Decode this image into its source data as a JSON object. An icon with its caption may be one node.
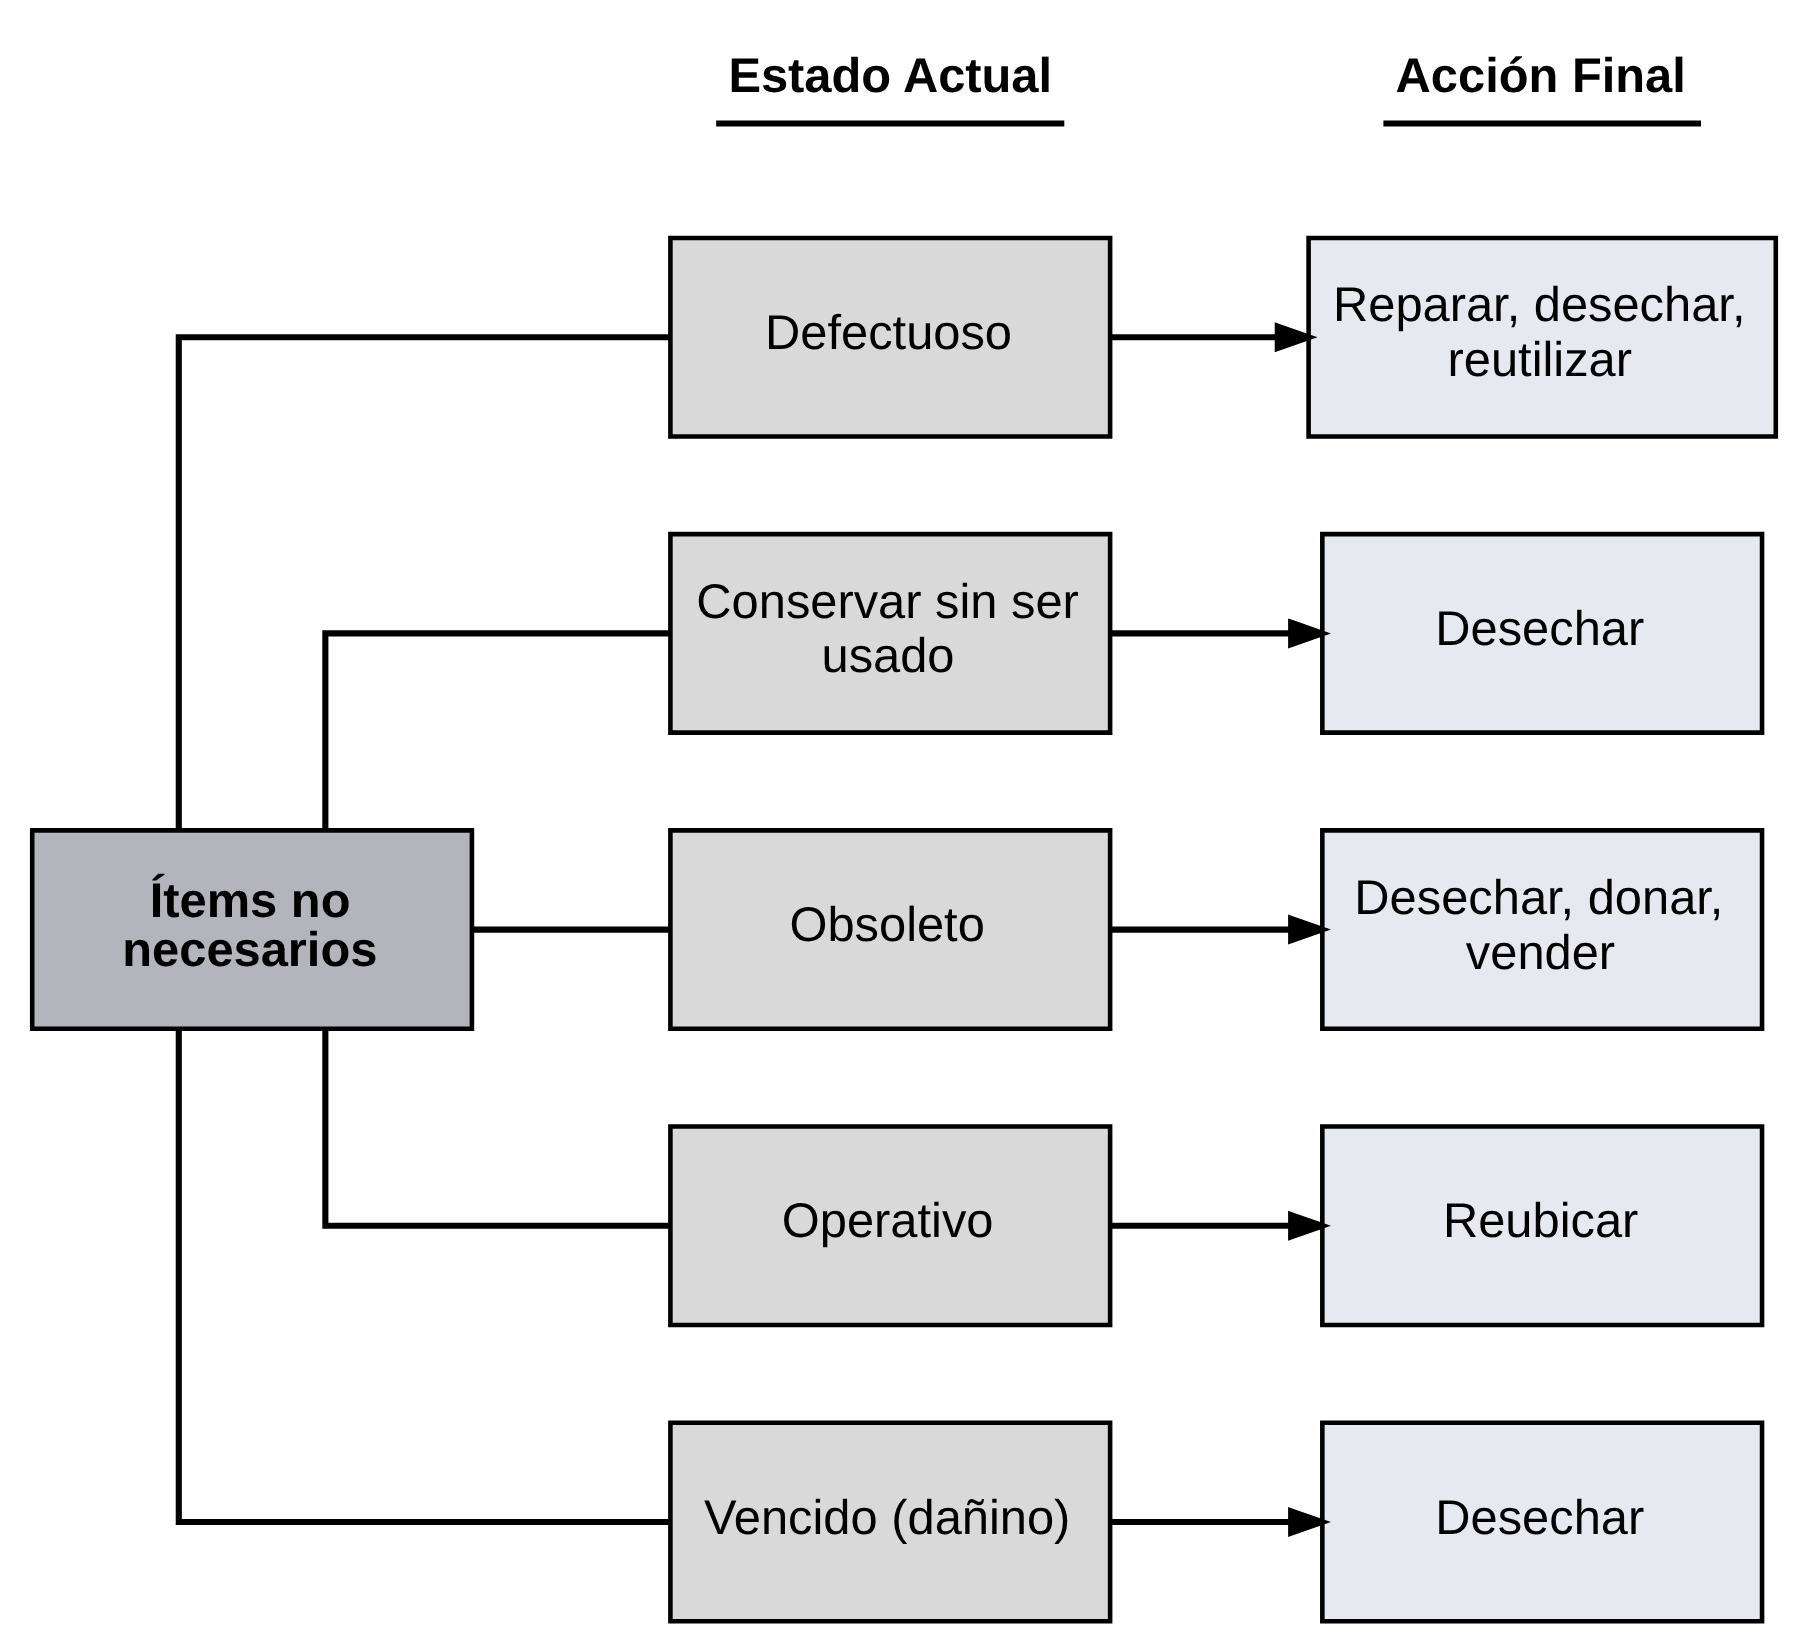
{
  "diagram": {
    "nodes": [
      {
        "text": [
          "Ítems no necesarios"
        ]
      },
      {
        "text": [
          "Defectuoso"
        ]
      },
      {
        "text": [
          "Conservar sin ser usado"
        ]
      },
      {
        "text": [
          "Obsoleto"
        ]
      },
      {
        "text": [
          "Operativo"
        ]
      },
      {
        "text": [
          "Vencido (dañino)"
        ]
      },
      {
        "text": [
          "Reparar, desechar, reutilizar"
        ]
      },
      {
        "text": [
          "Desechar"
        ]
      },
      {
        "text": [
          "Desechar, donar, vender"
        ]
      },
      {
        "text": [
          "Reubicar"
        ]
      },
      {
        "text": [
          "Desechar"
        ]
      }
    ],
    "edges": [
      {
        "from": 0,
        "to": 1,
        "arrow": "none"
      },
      {
        "from": 0,
        "to": 2,
        "arrow": "none"
      },
      {
        "from": 0,
        "to": 3,
        "arrow": "none"
      },
      {
        "from": 0,
        "to": 4,
        "arrow": "none"
      },
      {
        "from": 0,
        "to": 5,
        "arrow": "none"
      },
      {
        "from": 1,
        "to": 6,
        "arrow": "to"
      },
      {
        "from": 2,
        "to": 7,
        "arrow": "to"
      },
      {
        "from": 3,
        "to": 8,
        "arrow": "to"
      },
      {
        "from": 4,
        "to": 9,
        "arrow": "to"
      },
      {
        "from": 5,
        "to": 10,
        "arrow": "to"
      }
    ],
    "labels": [
      "Estado Actual",
      "Acción Final"
    ]
  }
}
